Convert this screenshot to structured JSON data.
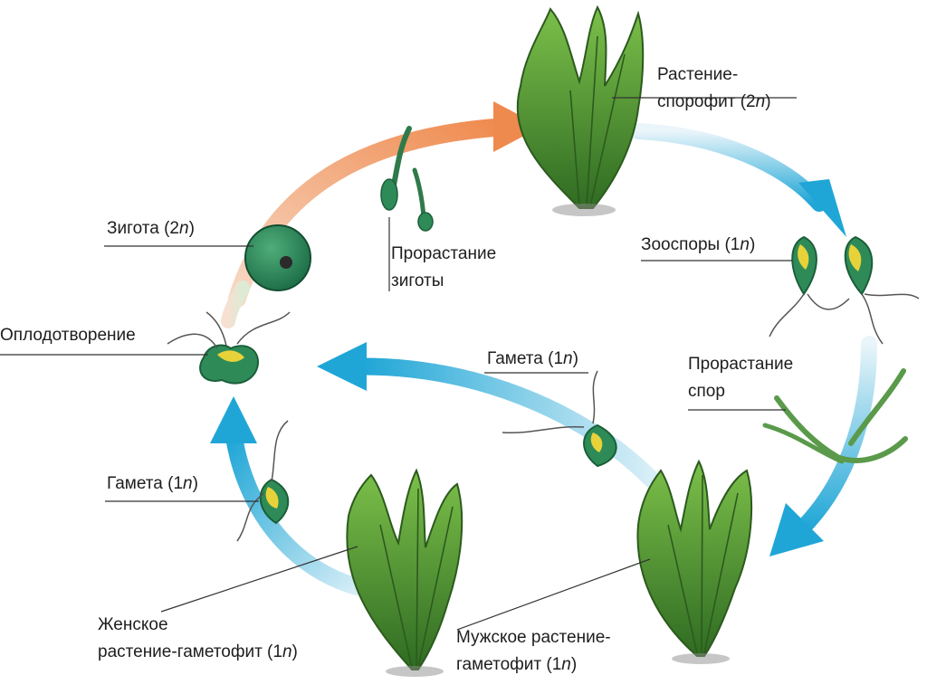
{
  "labels": {
    "sporophyte": {
      "l1": "Растение-",
      "l2": "спорофит (2",
      "n": "n",
      "close": ")"
    },
    "zygote": {
      "text": "Зигота (2",
      "n": "n",
      "close": ")"
    },
    "zygote_germination": {
      "l1": "Прорастание",
      "l2": "зиготы"
    },
    "zoospores": {
      "text": "Зооспоры (1",
      "n": "n",
      "close": ")"
    },
    "fertilization": {
      "text": "Оплодотворение"
    },
    "gamete_top": {
      "text": "Гамета (1",
      "n": "n",
      "close": ")"
    },
    "spore_germination": {
      "l1": "Прорастание",
      "l2": "спор"
    },
    "gamete_left": {
      "text": "Гамета (1",
      "n": "n",
      "close": ")"
    },
    "female": {
      "l1": "Женское",
      "l2": "растение-гаметофит (1",
      "n": "n",
      "close": ")"
    },
    "male": {
      "l1": "Мужское растение-",
      "l2": "гаметофит (1",
      "n": "n",
      "close": ")"
    }
  },
  "colors": {
    "orange_arrow": "#ef8a4e",
    "blue_arrow": "#1fa6d6",
    "plant_dark": "#3d7a2a",
    "plant_light": "#6fae3e",
    "cell_green": "#2e8b57",
    "cell_yellow": "#e8d23a"
  },
  "icons": [
    "sporophyte-plant-icon",
    "zygote-cell-icon",
    "zoospore-icon",
    "gamete-icon",
    "female-gametophyte-icon",
    "male-gametophyte-icon",
    "filament-icon"
  ]
}
